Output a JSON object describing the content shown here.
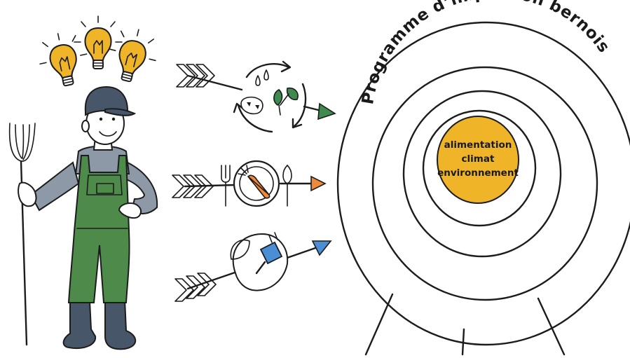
{
  "target": {
    "title": "Programme d’impulsion bernois",
    "center_lines": [
      "alimentation",
      "climat",
      "environnement"
    ]
  },
  "colors": {
    "bullseye": "#f0b429",
    "overalls": "#4e8a4a",
    "shirt": "#8d99a6",
    "boots": "#48566a",
    "cap": "#48566a",
    "bulb": "#f0b429",
    "arrow_green": "#3f8a4f",
    "arrow_orange": "#f08a3a",
    "arrow_blue": "#4a8fd6"
  },
  "icons": {
    "farmer": "farmer-illustration",
    "ideas": "lightbulb-icon",
    "cycle": "recycle-cycle-icon",
    "food": "plate-carrot-cutlery-icon",
    "energy": "leaf-plug-icon"
  }
}
